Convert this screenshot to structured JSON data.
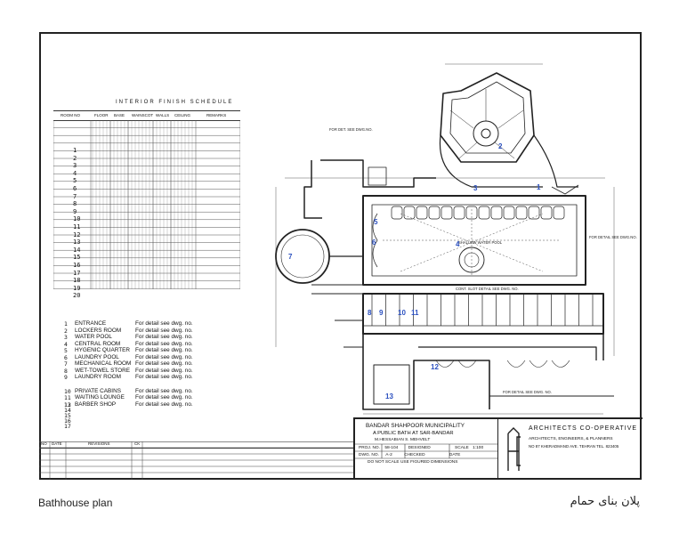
{
  "schedule": {
    "title": "INTERIOR   FINISH   SCHEDULE",
    "columns": [
      "ROOM NO",
      "FLOOR",
      "BASE",
      "WAINSCOT",
      "WALLS",
      "CEILING",
      "REMARKS"
    ],
    "row_numbers": [
      "1",
      "2",
      "3",
      "4",
      "5",
      "6",
      "7",
      "8",
      "9",
      "10",
      "11",
      "12",
      "13",
      "14",
      "15",
      "16",
      "17",
      "18",
      "19",
      "20"
    ]
  },
  "legend": {
    "note": "For detail see dwg. no.",
    "items": [
      {
        "num": "1",
        "name": "ENTRANCE"
      },
      {
        "num": "2",
        "name": "LOCKERS ROOM"
      },
      {
        "num": "3",
        "name": "WATER POOL"
      },
      {
        "num": "4",
        "name": "CENTRAL ROOM"
      },
      {
        "num": "5",
        "name": "HYGENIC QUARTER"
      },
      {
        "num": "6",
        "name": "LAUNDRY POOL"
      },
      {
        "num": "7",
        "name": "MECHANICAL ROOM"
      },
      {
        "num": "8",
        "name": "WET-TOWEL STORE"
      },
      {
        "num": "9",
        "name": "LAUNDRY ROOM"
      },
      {
        "num": "10",
        "name": "PRIVATE CABINS"
      },
      {
        "num": "11",
        "name": "WAITING LOUNGE"
      },
      {
        "num": "12",
        "name": "BARBER SHOP"
      }
    ],
    "extra_numbers": [
      "13",
      "14",
      "15",
      "16",
      "17"
    ]
  },
  "revision": {
    "headers": [
      "NO",
      "DATE",
      "REVISIONS",
      "CK"
    ]
  },
  "title_block": {
    "client": "BANDAR SHAHPOOR MUNICIPALITY",
    "project": "A PUBLIC BATH AT SAR-BANDAR",
    "team": "M.HESSABIAN  S. MEHVELT",
    "proj_no_label": "PROJ. NO.",
    "proj_no": "58-104",
    "drawn_label": "DESIGNED",
    "scale_label": "SCALE",
    "scale": "1:100",
    "dwg_no_label": "DWG. NO.",
    "dwg_no": "A-2",
    "checked_label": "CHECKED",
    "date_label": "DATE",
    "note": "DO  NOT  SCALE  USE  FIGURED  DIMENSIONS",
    "firm": "ARCHITECTS  CO-OPERATIVE",
    "firm_sub": "ARCHITECTS, ENGINEERS, & PLANNERS",
    "firm_addr": "NO 87 KHERADMAND AVE. TEHRAN TEL. 823405"
  },
  "plan": {
    "room_labels": [
      "1",
      "2",
      "3",
      "4",
      "5",
      "6",
      "7",
      "8",
      "9",
      "10",
      "11",
      "12",
      "13"
    ],
    "annotations": {
      "central": "SHALLOW WATER POOL",
      "pool_note": "CONT. SLOT DETAIL SEE DWG. NO.",
      "top_note": "FOR DET. SEE DWG.NO.",
      "side_note": "FOR DETAIL SEE DWG.NO.",
      "bottom_note": "FOR DETAIL SEE DWG. NO."
    }
  },
  "captions": {
    "left": "Bathhouse plan",
    "right": "پلان بنای حمام"
  },
  "colors": {
    "ink": "#222222",
    "room_number": "#2a4fbf"
  }
}
